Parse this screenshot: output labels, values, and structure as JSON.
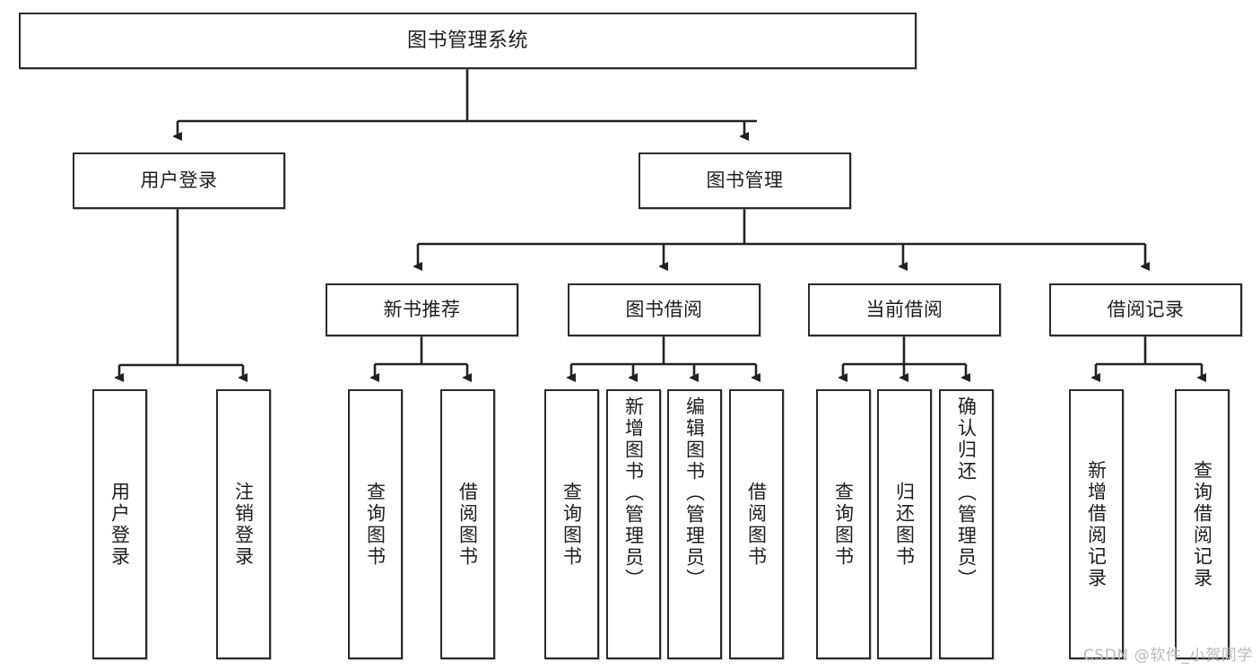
{
  "diagram": {
    "title": "图书管理系统",
    "type": "tree",
    "watermark": "CSDN @软件_小贺同学",
    "colors": {
      "box_border": "#2b2b2b",
      "box_fill": "#ffffff",
      "connector": "#222222",
      "text": "#1d1d1d",
      "watermark": "#b9b9b9",
      "background": "#ffffff"
    },
    "levels": {
      "root": {
        "label": "图书管理系统"
      },
      "level2": [
        {
          "label": "用户登录"
        },
        {
          "label": "图书管理"
        }
      ],
      "level3": [
        {
          "label": "新书推荐",
          "parent": "图书管理"
        },
        {
          "label": "图书借阅",
          "parent": "图书管理"
        },
        {
          "label": "当前借阅",
          "parent": "图书管理"
        },
        {
          "label": "借阅记录",
          "parent": "图书管理"
        }
      ],
      "leaves": [
        {
          "label": "用户登录",
          "parent": "用户登录"
        },
        {
          "label": "注销登录",
          "parent": "用户登录"
        },
        {
          "label": "查询图书",
          "parent": "新书推荐"
        },
        {
          "label": "借阅图书",
          "parent": "新书推荐"
        },
        {
          "label": "查询图书",
          "parent": "图书借阅"
        },
        {
          "label": "新增图书（管理员）",
          "parent": "图书借阅"
        },
        {
          "label": "编辑图书（管理员）",
          "parent": "图书借阅"
        },
        {
          "label": "借阅图书",
          "parent": "图书借阅"
        },
        {
          "label": "查询图书",
          "parent": "当前借阅"
        },
        {
          "label": "归还图书",
          "parent": "当前借阅"
        },
        {
          "label": "确认归还（管理员）",
          "parent": "当前借阅"
        },
        {
          "label": "新增借阅记录",
          "parent": "借阅记录"
        },
        {
          "label": "查询借阅记录",
          "parent": "借阅记录"
        }
      ]
    }
  }
}
